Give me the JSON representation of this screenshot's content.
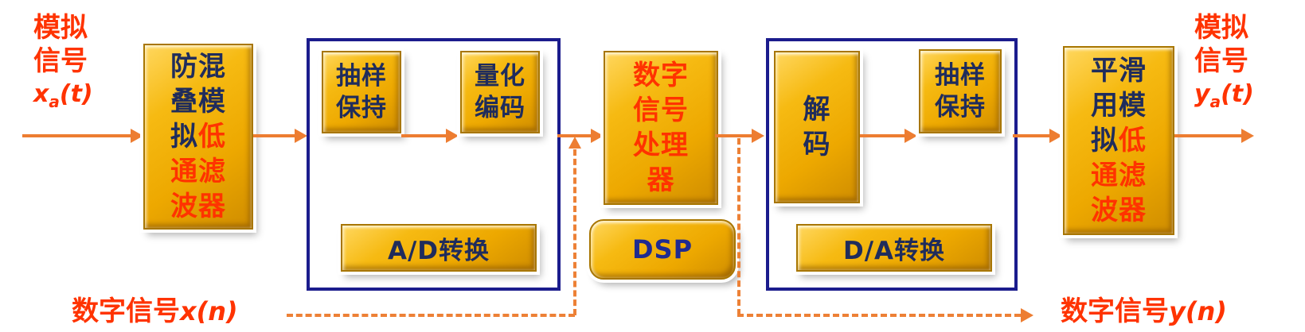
{
  "diagram": {
    "input_label": {
      "line1": "模拟",
      "line2": "信号",
      "sym": "x",
      "sub": "a",
      "arg": "(t)"
    },
    "output_label": {
      "line1": "模拟",
      "line2": "信号",
      "sym": "y",
      "sub": "a",
      "arg": "(t)"
    },
    "digital_in_label": {
      "prefix": "数字信号",
      "sym": "x",
      "arg": "(n)"
    },
    "digital_out_label": {
      "prefix": "数字信号",
      "sym": "y",
      "arg": "(n)"
    },
    "blocks": {
      "anti_alias_filter": {
        "dark_part": "防混叠模拟",
        "red_part": "低通滤波器"
      },
      "sample_hold_1": {
        "label": "抽样保持"
      },
      "quantize_encode": {
        "label": "量化编码"
      },
      "ad_convert": {
        "label": "A/D转换"
      },
      "dsp_processor": {
        "label": "数字信号处理器"
      },
      "dsp_tag": {
        "label": "DSP"
      },
      "decode": {
        "label": "解码"
      },
      "sample_hold_2": {
        "label": "抽样保持"
      },
      "da_convert": {
        "label": "D/A转换"
      },
      "smoothing_filter": {
        "dark_part": "平滑用模拟",
        "red_part": "低通滤波器"
      }
    },
    "colors": {
      "block_gold": "#F3B20D",
      "block_border": "#A87600",
      "group_border_blue": "#1B1C8D",
      "arrow_orange": "#ED7D31",
      "red_text": "#FF3300",
      "dark_navy_text": "#1F2C5C",
      "dsp_navy_text": "#1F2B91",
      "background": "#FFFFFF"
    }
  }
}
